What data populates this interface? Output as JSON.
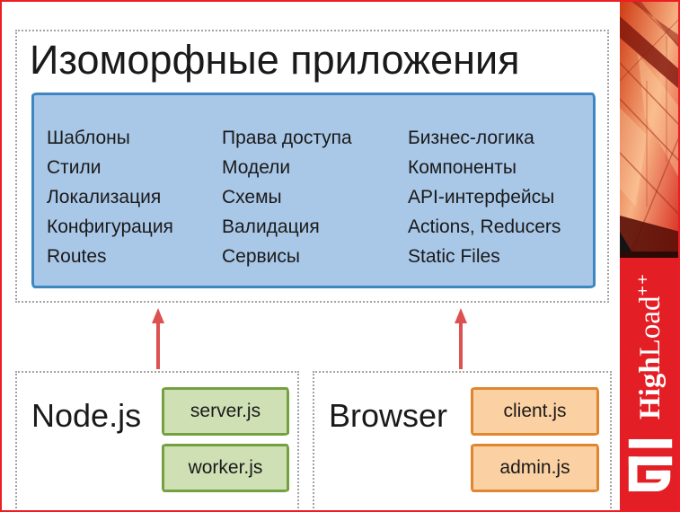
{
  "title": "Изоморфные приложения",
  "shared_box": {
    "columns": [
      {
        "items": [
          "Шаблоны",
          "Стили",
          "Локализация",
          "Конфигурация",
          "Routes"
        ]
      },
      {
        "items": [
          "Права доступа",
          "Модели",
          "Схемы",
          "Валидация",
          "Сервисы"
        ]
      },
      {
        "items": [
          "Бизнес-логика",
          "Компоненты",
          "API-интерфейсы",
          "Actions, Reducers",
          "Static Files"
        ]
      }
    ]
  },
  "environments": [
    {
      "label": "Node.js",
      "files": [
        "server.js",
        "worker.js"
      ]
    },
    {
      "label": "Browser",
      "files": [
        "client.js",
        "admin.js"
      ]
    }
  ],
  "banner": {
    "brand_bold": "High",
    "brand_light": "Load",
    "brand_sup": "++"
  },
  "colors": {
    "slide-border": "#ee1c23",
    "banner-red": "#e31e24",
    "box-blue-fill": "#a9c7e7",
    "box-blue-border": "#3e86c0",
    "box-green-fill": "#cfe0b5",
    "box-green-border": "#75a040",
    "box-orange-fill": "#fbd0a2",
    "box-orange-border": "#e0862f",
    "arrow-red": "#dd5151",
    "dotted-gray": "#a3a3a3",
    "text-black": "#1a1a1a"
  }
}
